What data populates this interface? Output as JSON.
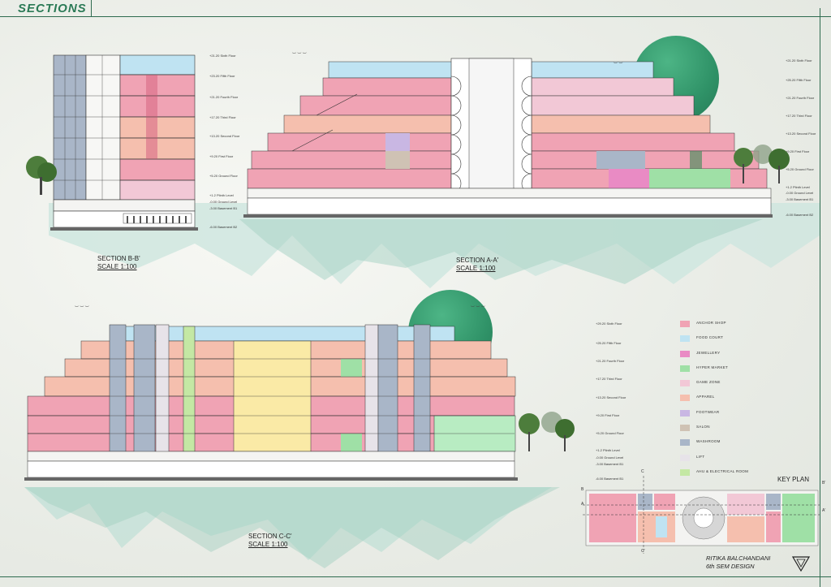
{
  "title": "SECTIONS",
  "sections": {
    "bb": {
      "name": "SECTION B-B'",
      "scale": "SCALE 1:100",
      "levels": [
        "+21.20 Sixth Floor",
        "+23.20 Fifth Floor",
        "+21.20 Fourth Floor",
        "+17.20 Third Floor",
        "+13.20 Second Floor",
        "+9.20 First Floor",
        "+5.20 Ground Floor",
        "+1.2 Plinth Level",
        "-0.00 Ground Level",
        "-3.00 Basement B1",
        "-6.00 Basement B2"
      ]
    },
    "aa": {
      "name": "SECTION A-A'",
      "scale": "SCALE 1:100",
      "levels": [
        "+21.20 Sixth Floor",
        "+25.20 Fifth Floor",
        "+21.20 Fourth Floor",
        "+17.20 Third Floor",
        "+13.20 Second Floor",
        "+9.20 First Floor",
        "+5.20 Ground Floor",
        "+1.2 Plinth Level",
        "-0.00 Ground Level",
        "-3.00 Basement B1",
        "-6.00 Basement B2"
      ]
    },
    "cc": {
      "name": "SECTION C-C'",
      "scale": "SCALE 1:100",
      "levels": [
        "+29.20 Sixth Floor",
        "+25.20 Fifth Floor",
        "+21.20 Fourth Floor",
        "+17.20 Third Floor",
        "+13.20 Second Floor",
        "+9.20 First Floor",
        "+5.20 Ground Floor",
        "+1.2 Plinth Level",
        "-0.00 Ground Level",
        "-3.00 Basement B1",
        "-6.00 Basement B1"
      ]
    }
  },
  "legend": [
    {
      "label": "ANCHOR SHOP",
      "color": "#f0a3b4"
    },
    {
      "label": "FOOD COURT",
      "color": "#bfe3f2"
    },
    {
      "label": "JEWELLERY",
      "color": "#e98bc4"
    },
    {
      "label": "HYPER MARKET",
      "color": "#9fe0a6"
    },
    {
      "label": "GAME ZONE",
      "color": "#f2c8d6"
    },
    {
      "label": "APPAREL",
      "color": "#f5bfae"
    },
    {
      "label": "FOOTWEAR",
      "color": "#c9b7e3"
    },
    {
      "label": "SALON",
      "color": "#cfc2b4"
    },
    {
      "label": "WASHROOM",
      "color": "#a9b6c8"
    },
    {
      "label": "LIFT",
      "color": "#e7e3e9"
    },
    {
      "label": "AHU & ELECTRICAL ROOM",
      "color": "#c4e8a4"
    }
  ],
  "key_plan": {
    "title": "KEY PLAN",
    "marks": [
      "A",
      "A'",
      "B",
      "B'",
      "C",
      "C'"
    ]
  },
  "author": {
    "name": "RITIKA BALCHANDANI",
    "course": "6th SEM DESIGN"
  }
}
